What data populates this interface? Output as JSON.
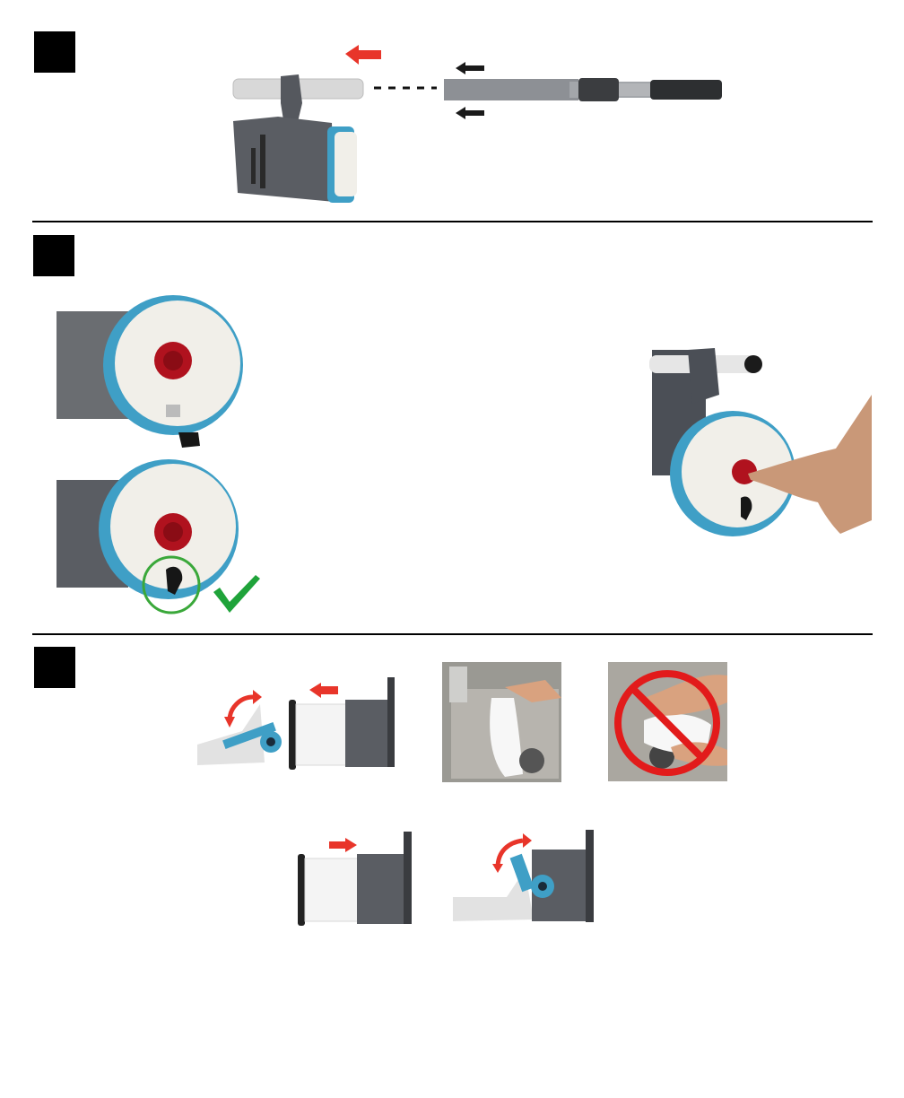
{
  "page": {
    "background": "#ffffff"
  },
  "colors": {
    "arrow_red": "#e8352a",
    "arrow_black": "#1a1a1a",
    "check_green": "#1fa33a",
    "circle_green": "#3aa83a",
    "prohibit_red": "#e21b1b",
    "body_gray": "#5a5d63",
    "accent_blue": "#3f9fc6",
    "button_red": "#b0121e",
    "lid_white": "#f1efe9"
  },
  "steps": [
    {
      "marker": "step-1-marker",
      "illustrations": [
        "pole-attach"
      ]
    },
    {
      "marker": "step-2-marker",
      "illustrations": [
        "lid-unlocked",
        "lid-locked-ok",
        "press-button-photo"
      ]
    },
    {
      "marker": "step-3-marker",
      "illustrations": [
        "remove-filter",
        "rinse-ok-photo",
        "wring-not-ok-photo",
        "reinsert-filter",
        "lock-latch"
      ]
    }
  ],
  "icons": {
    "push_arrow": "left-arrow-icon",
    "check": "checkmark-icon",
    "prohibit": "prohibited-icon",
    "rotate": "curved-arrow-icon"
  }
}
